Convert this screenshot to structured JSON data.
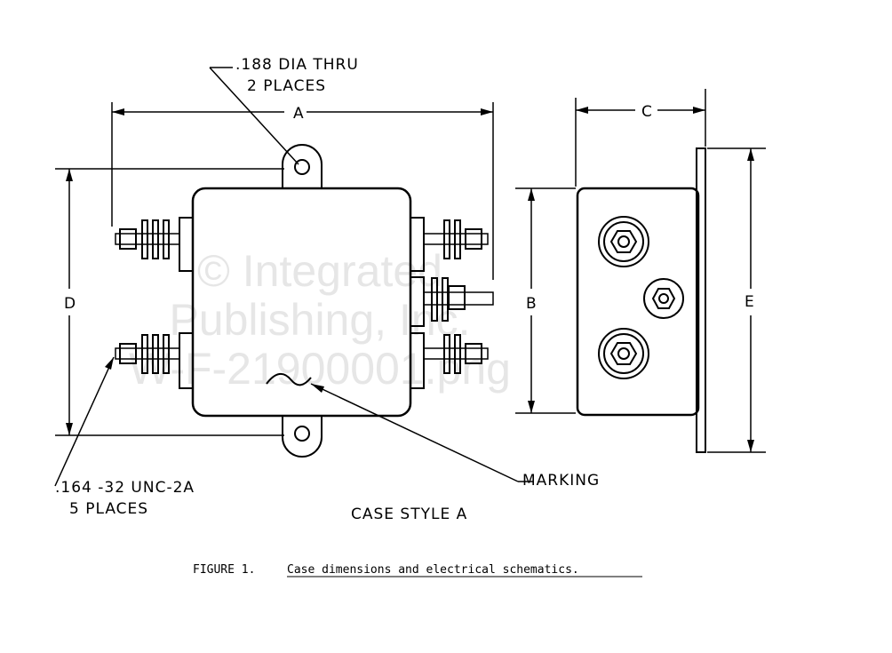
{
  "labels": {
    "hole_note_line1": ".188 DIA THRU",
    "hole_note_line2": "2 PLACES",
    "thread_note_line1": ".164 -32 UNC-2A",
    "thread_note_line2": "5 PLACES",
    "marking": "MARKING",
    "case_style": "CASE STYLE A",
    "dim_a": "A",
    "dim_b": "B",
    "dim_c": "C",
    "dim_d": "D",
    "dim_e": "E"
  },
  "caption": {
    "number": "FIGURE 1.",
    "text": "Case dimensions and electrical schematics."
  },
  "watermark": {
    "line1": "© Integrated",
    "line2": "Publishing, Inc.",
    "line3": "W-F-21900001.png"
  }
}
